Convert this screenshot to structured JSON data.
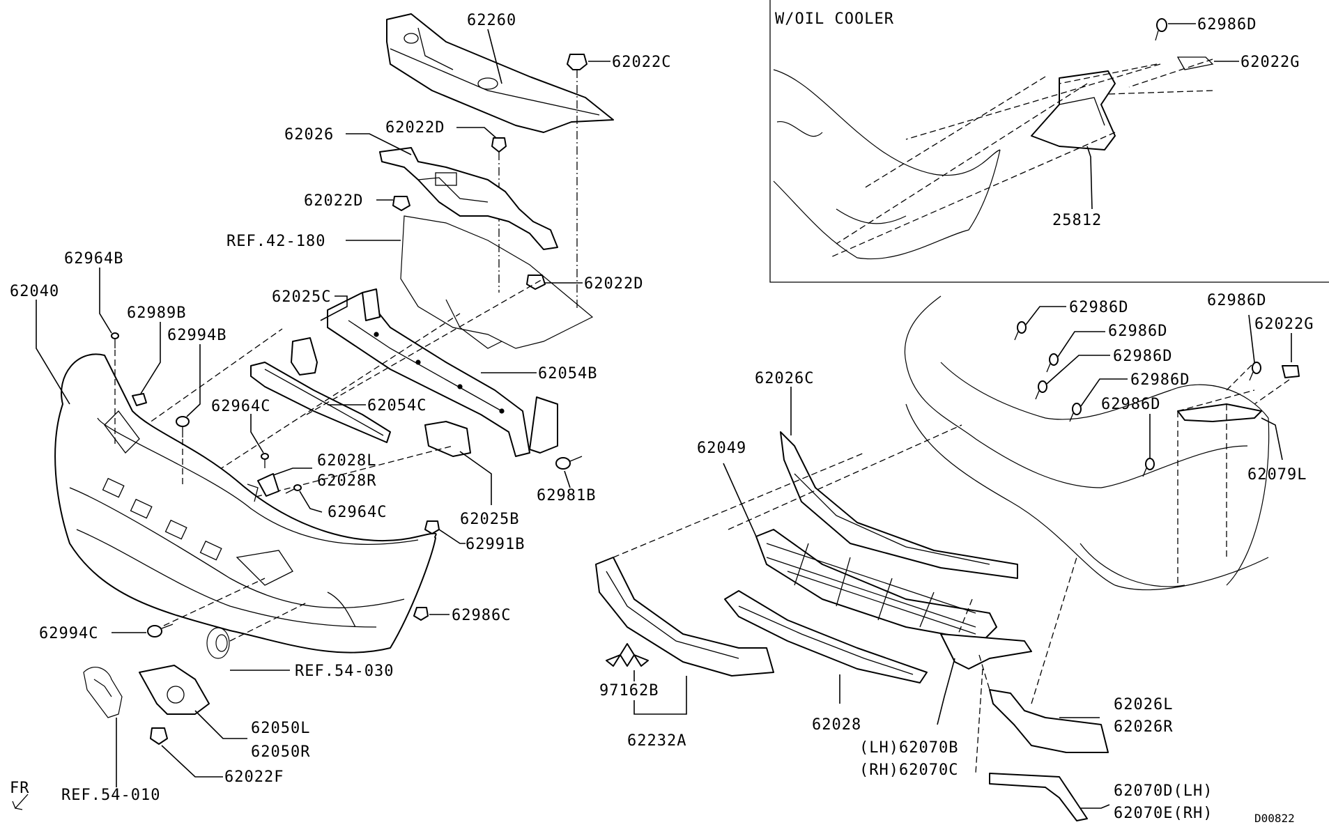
{
  "inset": {
    "title": "W/OIL COOLER"
  },
  "labels": {
    "p62260": "62260",
    "p62022C": "62022C",
    "p62022D_a": "62022D",
    "p62026": "62026",
    "p62022D_b": "62022D",
    "ref42": "REF.42-180",
    "p62022D_c": "62022D",
    "p62964B": "62964B",
    "p62040": "62040",
    "p62989B": "62989B",
    "p62994B": "62994B",
    "p62025C": "62025C",
    "p62054B": "62054B",
    "p62964C_a": "62964C",
    "p62054C": "62054C",
    "p62028L": "62028L",
    "p62028R": "62028R",
    "p62964C_b": "62964C",
    "p62981B": "62981B",
    "p62025B": "62025B",
    "p62991B": "62991B",
    "p62986C": "62986C",
    "p62994C": "62994C",
    "ref54_030": "REF.54-030",
    "p62050L": "62050L",
    "p62050R": "62050R",
    "p62022F": "62022F",
    "ref54_010": "REF.54-010",
    "fr": "FR",
    "p62986D_inset": "62986D",
    "p62022G_inset": "62022G",
    "p25812": "25812",
    "p62986D_1": "62986D",
    "p62986D_2": "62986D",
    "p62986D_3": "62986D",
    "p62986D_4": "62986D",
    "p62986D_5": "62986D",
    "p62986D_6": "62986D",
    "p62022G": "62022G",
    "p62026C": "62026C",
    "p62049": "62049",
    "p62079L": "62079L",
    "p97162B": "97162B",
    "p62232A": "62232A",
    "p62028": "62028",
    "p62070B": "(LH)62070B",
    "p62070C": "(RH)62070C",
    "p62026L": "62026L",
    "p62026R": "62026R",
    "p62070D": "62070D(LH)",
    "p62070E": "62070E(RH)",
    "drawing_no": "D00822"
  }
}
